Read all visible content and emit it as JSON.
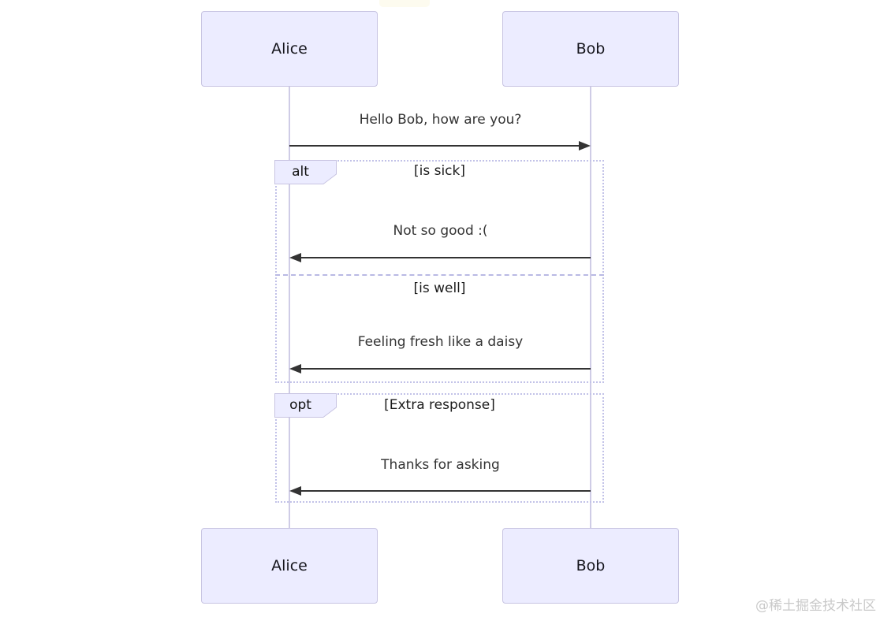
{
  "diagram_type": "sequence-diagram",
  "actors": {
    "alice": "Alice",
    "bob": "Bob"
  },
  "messages": {
    "m1": {
      "text": "Hello Bob, how are you?",
      "from": "Alice",
      "to": "Bob",
      "direction": "right"
    },
    "m2": {
      "text": "Not so good :(",
      "from": "Bob",
      "to": "Alice",
      "direction": "left"
    },
    "m3": {
      "text": "Feeling fresh like a daisy",
      "from": "Bob",
      "to": "Alice",
      "direction": "left"
    },
    "m4": {
      "text": "Thanks for asking",
      "from": "Bob",
      "to": "Alice",
      "direction": "left"
    }
  },
  "blocks": {
    "alt": {
      "label": "alt",
      "branch1_condition": "[is sick]",
      "branch2_condition": "[is well]"
    },
    "opt": {
      "label": "opt",
      "condition": "[Extra response]"
    }
  },
  "watermark": {
    "text": "@稀土掘金技术社区"
  },
  "colors": {
    "background": "#FFFFFF",
    "actor_fill": "#ECECFF",
    "actor_border": "#C8C4E2",
    "lifeline": "#CFCCE6",
    "frame_border": "#C2C2E8",
    "divider_dash": "#B9B9E4",
    "arrow": "#333333",
    "message_text": "#333333",
    "watermark_text": "#C9C9C9",
    "note_fragment": "#FBF8E2"
  }
}
